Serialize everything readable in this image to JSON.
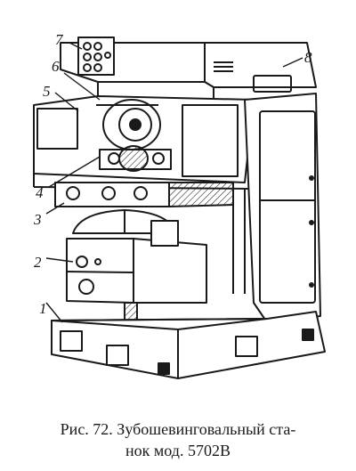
{
  "figure": {
    "labels": [
      "1",
      "2",
      "3",
      "4",
      "5",
      "6",
      "7",
      "8"
    ]
  },
  "caption": {
    "line1": "Рис. 72. Зубошевинговальный ста-",
    "line2": "нок мод. 5702В"
  },
  "colors": {
    "ink": "#1a1a1a",
    "paper": "#ffffff"
  }
}
